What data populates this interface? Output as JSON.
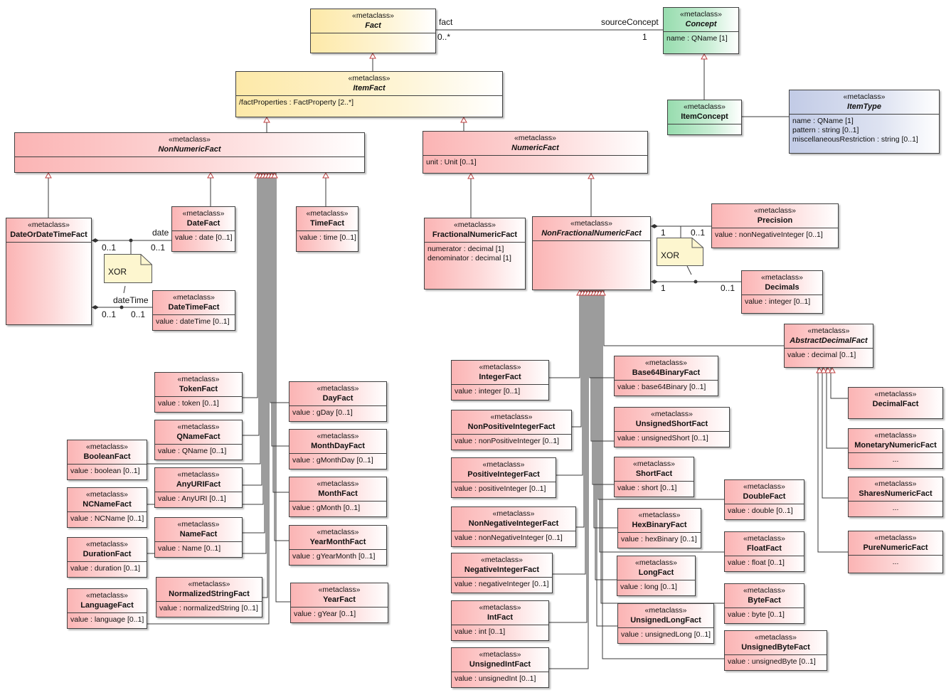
{
  "stereotype": "«metaclass»",
  "classes": {
    "fact": {
      "name": "Fact",
      "attrs": []
    },
    "concept": {
      "name": "Concept",
      "attrs": [
        "name : QName [1]"
      ]
    },
    "itemfact": {
      "name": "ItemFact",
      "attrs": [
        "/factProperties : FactProperty [2..*]"
      ]
    },
    "itemconcept": {
      "name": "ItemConcept",
      "attrs": []
    },
    "itemtype": {
      "name": "ItemType",
      "attrs": [
        "name : QName [1]",
        "pattern : string [0..1]",
        "miscellaneousRestriction : string [0..1]"
      ]
    },
    "nonnumericfact": {
      "name": "NonNumericFact",
      "attrs": []
    },
    "numericfact": {
      "name": "NumericFact",
      "attrs": [
        "unit : Unit [0..1]"
      ]
    },
    "dateordatetimefact": {
      "name": "DateOrDateTimeFact",
      "attrs": []
    },
    "datefact": {
      "name": "DateFact",
      "attrs": [
        "value : date [0..1]"
      ]
    },
    "timefact": {
      "name": "TimeFact",
      "attrs": [
        "value : time [0..1]"
      ]
    },
    "datetimefact": {
      "name": "DateTimeFact",
      "attrs": [
        "value : dateTime [0..1]"
      ]
    },
    "fractionalnumericfact": {
      "name": "FractionalNumericFact",
      "attrs": [
        "numerator : decimal [1]",
        "denominator : decimal [1]"
      ]
    },
    "nonfractionalnumericfact": {
      "name": "NonFractionalNumericFact",
      "attrs": []
    },
    "precision": {
      "name": "Precision",
      "attrs": [
        "value : nonNegativeInteger [0..1]"
      ]
    },
    "decimals": {
      "name": "Decimals",
      "attrs": [
        "value : integer [0..1]"
      ]
    },
    "abstractdecimalfact": {
      "name": "AbstractDecimalFact",
      "attrs": [
        "value : decimal [0..1]"
      ]
    },
    "tokenfact": {
      "name": "TokenFact",
      "attrs": [
        "value : token [0..1]"
      ]
    },
    "qnamefact": {
      "name": "QNameFact",
      "attrs": [
        "value : QName [0..1]"
      ]
    },
    "booleanfact": {
      "name": "BooleanFact",
      "attrs": [
        "value : boolean [0..1]"
      ]
    },
    "anyurifact": {
      "name": "AnyURIFact",
      "attrs": [
        "value : AnyURI [0..1]"
      ]
    },
    "ncnamefact": {
      "name": "NCNameFact",
      "attrs": [
        "value : NCName [0..1]"
      ]
    },
    "namefact": {
      "name": "NameFact",
      "attrs": [
        "value : Name [0..1]"
      ]
    },
    "durationfact": {
      "name": "DurationFact",
      "attrs": [
        "value : duration [0..1]"
      ]
    },
    "normalizedstringfact": {
      "name": "NormalizedStringFact",
      "attrs": [
        "value : normalizedString [0..1]"
      ]
    },
    "languagefact": {
      "name": "LanguageFact",
      "attrs": [
        "value : language [0..1]"
      ]
    },
    "dayfact": {
      "name": "DayFact",
      "attrs": [
        "value : gDay [0..1]"
      ]
    },
    "monthdayfact": {
      "name": "MonthDayFact",
      "attrs": [
        "value : gMonthDay [0..1]"
      ]
    },
    "monthfact": {
      "name": "MonthFact",
      "attrs": [
        "value : gMonth [0..1]"
      ]
    },
    "yearmonthfact": {
      "name": "YearMonthFact",
      "attrs": [
        "value : gYearMonth [0..1]"
      ]
    },
    "yearfact": {
      "name": "YearFact",
      "attrs": [
        "value : gYear [0..1]"
      ]
    },
    "integerfact": {
      "name": "IntegerFact",
      "attrs": [
        "value : integer [0..1]"
      ]
    },
    "nonpositiveintegerfact": {
      "name": "NonPositiveIntegerFact",
      "attrs": [
        "value : nonPositiveInteger [0..1]"
      ]
    },
    "positiveintegerfact": {
      "name": "PositiveIntegerFact",
      "attrs": [
        "value : positiveInteger [0..1]"
      ]
    },
    "nonnegativeintegerfact": {
      "name": "NonNegativeIntegerFact",
      "attrs": [
        "value : nonNegativeInteger [0..1]"
      ]
    },
    "negativeintegerfact": {
      "name": "NegativeIntegerFact",
      "attrs": [
        "value : negativeInteger [0..1]"
      ]
    },
    "intfact": {
      "name": "IntFact",
      "attrs": [
        "value : int [0..1]"
      ]
    },
    "unsignedintfact": {
      "name": "UnsignedIntFact",
      "attrs": [
        "value : unsignedInt [0..1]"
      ]
    },
    "base64binaryfact": {
      "name": "Base64BinaryFact",
      "attrs": [
        "value : base64Binary [0..1]"
      ]
    },
    "unsignedshortfact": {
      "name": "UnsignedShortFact",
      "attrs": [
        "value : unsignedShort [0..1]"
      ]
    },
    "shortfact": {
      "name": "ShortFact",
      "attrs": [
        "value : short [0..1]"
      ]
    },
    "hexbinaryfact": {
      "name": "HexBinaryFact",
      "attrs": [
        "value : hexBinary [0..1]"
      ]
    },
    "longfact": {
      "name": "LongFact",
      "attrs": [
        "value : long [0..1]"
      ]
    },
    "unsignedlongfact": {
      "name": "UnsignedLongFact",
      "attrs": [
        "value : unsignedLong [0..1]"
      ]
    },
    "doublefact": {
      "name": "DoubleFact",
      "attrs": [
        "value : double [0..1]"
      ]
    },
    "floatfact": {
      "name": "FloatFact",
      "attrs": [
        "value : float [0..1]"
      ]
    },
    "bytefact": {
      "name": "ByteFact",
      "attrs": [
        "value : byte [0..1]"
      ]
    },
    "unsignedbytefact": {
      "name": "UnsignedByteFact",
      "attrs": [
        "value : unsignedByte [0..1]"
      ]
    },
    "decimalfact": {
      "name": "DecimalFact",
      "attrs": []
    },
    "monetarynumericfact": {
      "name": "MonetaryNumericFact",
      "attrs": []
    },
    "sharesnumericfact": {
      "name": "SharesNumericFact",
      "attrs": []
    },
    "purenumericfact": {
      "name": "PureNumericFact",
      "attrs": []
    }
  },
  "ellipsis": "...",
  "notes": {
    "xor_left": "XOR",
    "xor_right": "XOR"
  },
  "labels": {
    "fact_role": "fact",
    "fact_mult": "0..*",
    "source_role": "sourceConcept",
    "source_mult": "1",
    "date_role": "date",
    "date_mult_left": "0..1",
    "date_mult_right": "0..1",
    "datetime_role": "dateTime",
    "datetime_mult_left": "0..1",
    "datetime_mult_right": "0..1",
    "precision_mult_left": "1",
    "precision_mult_right": "0..1",
    "decimals_mult_left": "1",
    "decimals_mult_right": "0..1"
  }
}
